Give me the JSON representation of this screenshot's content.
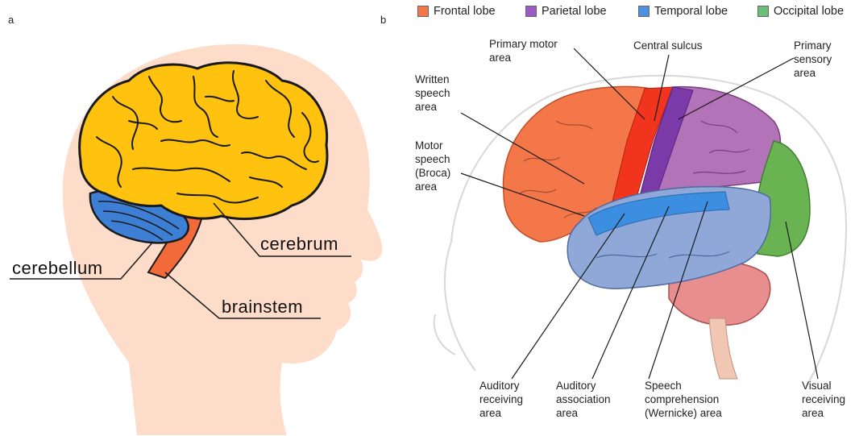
{
  "panel_a": {
    "letter": "a",
    "labels": {
      "cerebrum": "cerebrum",
      "cerebellum": "cerebellum",
      "brainstem": "brainstem"
    },
    "colors": {
      "cerebrum": "#FFC20E",
      "cerebellum": "#3E7FD6",
      "brainstem": "#F26A3A",
      "head": "#FDDCC9"
    }
  },
  "panel_b": {
    "letter": "b",
    "legend": [
      {
        "label": "Frontal lobe",
        "color": "#F4774A"
      },
      {
        "label": "Parietal lobe",
        "color": "#9A5BC4"
      },
      {
        "label": "Temporal lobe",
        "color": "#4E8FE0"
      },
      {
        "label": "Occipital lobe",
        "color": "#6AC07A"
      }
    ],
    "labels": {
      "primary_motor": "Primary motor\narea",
      "central_sulcus": "Central sulcus",
      "primary_sensory": "Primary\nsensory\narea",
      "written_speech": "Written\nspeech\narea",
      "motor_speech": "Motor\nspeech\n(Broca)\narea",
      "auditory_receiving": "Auditory\nreceiving\narea",
      "auditory_association": "Auditory\nassociation\narea",
      "speech_comprehension": "Speech\ncomprehension\n(Wernicke) area",
      "visual_receiving": "Visual\nreceiving\narea"
    }
  }
}
